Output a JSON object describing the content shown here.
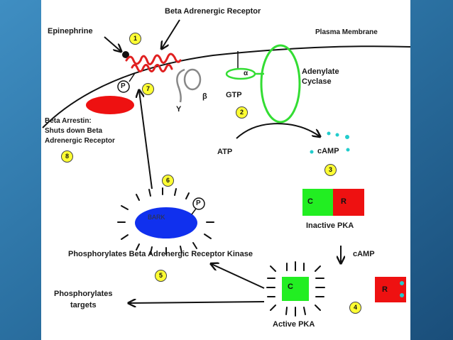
{
  "labels": {
    "beta_adrenergic_receptor": "Beta Adrenergic Receptor",
    "epinephrine": "Epinephrine",
    "plasma_membrane": "Plasma Membrane",
    "alpha": "α",
    "beta": "β",
    "gamma": "Y",
    "gtp": "GTP",
    "adenylate_cyclase_line1": "Adenylate",
    "adenylate_cyclase_line2": "Cyclase",
    "atp": "ATP",
    "camp": "cAMP",
    "camp_arrow": "cAMP",
    "phospho_p1": "P",
    "phospho_p2": "P",
    "beta_arrestin_line1": "Beta Arrestin:",
    "beta_arrestin_line2": "Shuts down Beta",
    "beta_arrestin_line3": "Adrenergic Receptor",
    "bark": "BARK",
    "inactive_pka_c": "C",
    "inactive_pka_r": "R",
    "inactive_pka": "Inactive PKA",
    "phosphorylates_bark": "Phosphorylates Beta Adrenergic Receptor Kinase",
    "phosphorylates_targets_line1": "Phosphorylates",
    "phosphorylates_targets_line2": "targets",
    "active_pka_c": "C",
    "active_pka": "Active PKA",
    "free_r": "R"
  },
  "steps": [
    "1",
    "2",
    "3",
    "4",
    "5",
    "6",
    "7",
    "8"
  ],
  "colors": {
    "frame_blue": "#2a6fa0",
    "receptor_red": "#e02020",
    "arrestin_red": "#ee1111",
    "adenylate_green": "#33dd33",
    "camp_cyan": "#22cccc",
    "pka_green": "#22ee22",
    "pka_red": "#ee1111",
    "bark_blue": "#1030ee",
    "step_yellow": "#ffff33"
  }
}
